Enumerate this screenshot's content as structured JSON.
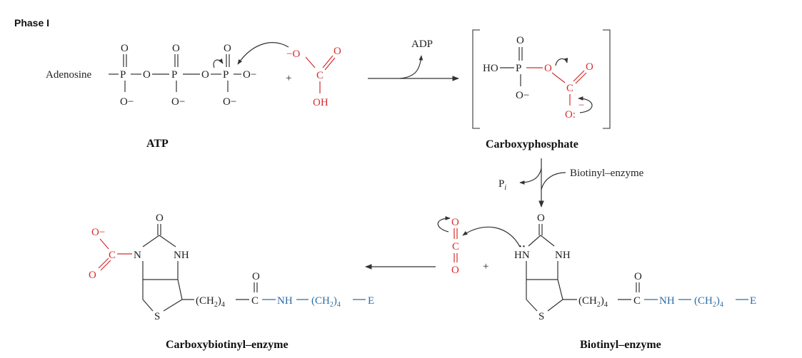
{
  "phase_label": "Phase I",
  "atp": {
    "adenosine": "Adenosine",
    "P": "P",
    "O": "O",
    "O_minus": "O−",
    "bridge_O": "O",
    "plus": "+",
    "name": "ATP"
  },
  "bicarbonate": {
    "O_minus": "−O",
    "C": "C",
    "O": "O",
    "OH": "OH"
  },
  "adp_label": "ADP",
  "carboxyphosphate": {
    "HO": "HO",
    "P": "P",
    "O": "O",
    "O_minus": "O−",
    "C": "C",
    "O_carbonyl": "O",
    "O_anion": "O:",
    "minus": "−",
    "name": "Carboxyphosphate"
  },
  "pi_label": "P",
  "pi_sub": "i",
  "biotinyl_enzyme_label": "Biotinyl–enzyme",
  "co2": {
    "O_top": "O",
    "C": "C",
    "O_bottom": "O",
    "plus": "+"
  },
  "biotin_right": {
    "O": "O",
    "HN": "HN",
    "lone_pair": "··",
    "NH": "NH",
    "S": "S",
    "chain": "(CH",
    "chain_sub": "2",
    "chain_end": ")",
    "chain_sub2": "4",
    "dash": "—",
    "C": "C",
    "O_amide": "O",
    "NH_amide": "NH",
    "E": "E",
    "name": "Biotinyl–enzyme"
  },
  "biotin_left": {
    "O_minus": "O−",
    "C": "C",
    "O": "O",
    "N": "N",
    "NH": "NH",
    "O_ring": "O",
    "S": "S",
    "chain": "(CH",
    "chain_sub": "2",
    "chain_end": ")",
    "chain_sub2": "4",
    "C_amide": "C",
    "O_amide": "O",
    "NH_amide": "NH",
    "E": "E",
    "name": "Carboxybiotinyl–enzyme"
  },
  "colors": {
    "reactive": "#d32f2f",
    "enzyme_link": "#2e6da4",
    "structure": "#333333"
  }
}
